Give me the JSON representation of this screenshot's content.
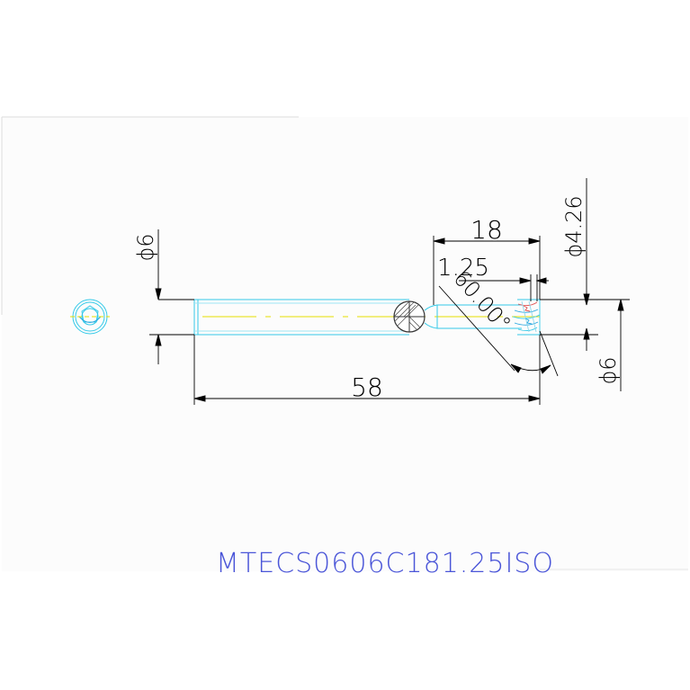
{
  "drawing": {
    "part_code": "MTECS0606C181.25ISO",
    "dimensions": {
      "overall_length": "58",
      "cutting_length": "18",
      "corner_radius": "1.25",
      "shank_diameter_left": "ϕ6",
      "shank_diameter_right": "ϕ6",
      "neck_diameter": "ϕ4.26",
      "angle": "60.00°"
    },
    "colors": {
      "background": "#ffffff",
      "frame": "#f4f4f4",
      "tool_outline": "#33c9e8",
      "centerline": "#e6e000",
      "dimension_lines": "#000000",
      "title": "#4a55d8",
      "hatch": "#555555",
      "flute_red": "#e05050"
    }
  }
}
